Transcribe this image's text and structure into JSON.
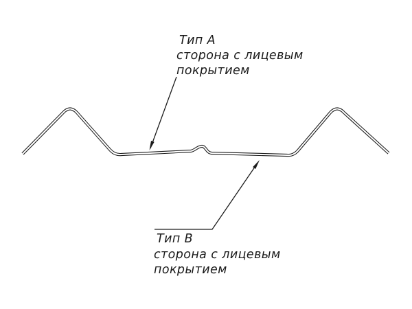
{
  "diagram": {
    "description": "Technical cross-section drawing of a corrugated sheet-metal profile with two callout labels",
    "top_label": {
      "title": "Тип А",
      "line2": "сторона с лицевым",
      "line3": "покрытием"
    },
    "bottom_label": {
      "title": "Тип В",
      "line2": "сторона с лицевым",
      "line3": "покрытием"
    },
    "colors": {
      "line": "#1a1a1a",
      "background": "#ffffff"
    }
  }
}
